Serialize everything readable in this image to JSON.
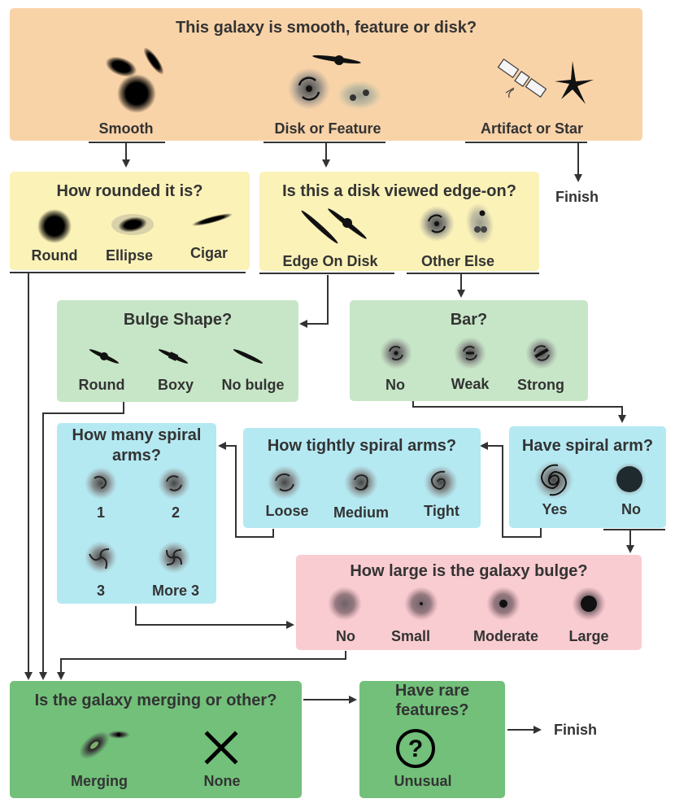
{
  "colors": {
    "smooth_box": "#f9d3a8",
    "q2_box": "#fbf2b8",
    "q3_box": "#c7e6c7",
    "q4_box": "#b4e9f2",
    "q5_box": "#f9ccd1",
    "q6_box": "#72c07a",
    "text": "#333333"
  },
  "q_smooth": {
    "title": "This galaxy is smooth,  feature or disk?",
    "options": [
      "Smooth",
      "Disk or Feature",
      "Artifact or Star"
    ]
  },
  "finish_1": "Finish",
  "q_round": {
    "title": "How rounded it is?",
    "options": [
      "Round",
      "Ellipse",
      "Cigar"
    ]
  },
  "q_edge": {
    "title": "Is this a disk viewed edge-on?",
    "options": [
      "Edge On Disk",
      "Other Else"
    ]
  },
  "q_bulge_shape": {
    "title": "Bulge Shape?",
    "options": [
      "Round",
      "Boxy",
      "No bulge"
    ]
  },
  "q_bar": {
    "title": "Bar?",
    "options": [
      "No",
      "Weak",
      "Strong"
    ]
  },
  "q_arm_count": {
    "title_line1": "How many spiral",
    "title_line2": "arms?",
    "options": [
      "1",
      "2",
      "3",
      "More 3"
    ]
  },
  "q_tightness": {
    "title": "How tightly spiral arms?",
    "options": [
      "Loose",
      "Medium",
      "Tight"
    ]
  },
  "q_spiral": {
    "title": "Have spiral arm?",
    "options": [
      "Yes",
      "No"
    ]
  },
  "q_bulge_size": {
    "title": "How large is the galaxy bulge?",
    "options": [
      "No",
      "Small",
      "Moderate",
      "Large"
    ]
  },
  "q_merging": {
    "title": "Is the galaxy merging or other?",
    "options": [
      "Merging",
      "None"
    ]
  },
  "q_rare": {
    "title_line1": "Have rare",
    "title_line2": "features?",
    "options": [
      "Unusual"
    ]
  },
  "finish_2": "Finish"
}
